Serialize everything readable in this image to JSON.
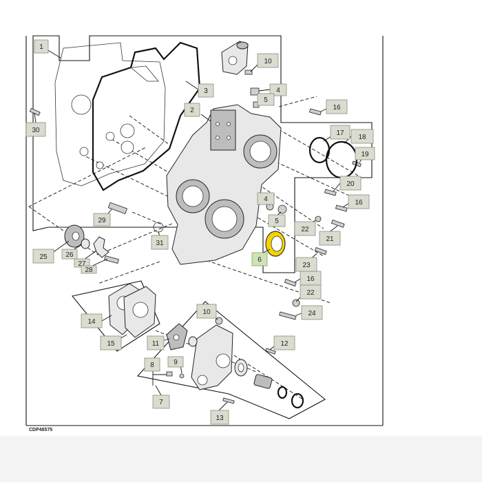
{
  "figure_code": "CDP48575",
  "highlight_color": "#f5d300",
  "callouts": [
    {
      "id": "c1",
      "label": "1"
    },
    {
      "id": "c2",
      "label": "2"
    },
    {
      "id": "c3",
      "label": "3"
    },
    {
      "id": "c4a",
      "label": "4"
    },
    {
      "id": "c4b",
      "label": "4"
    },
    {
      "id": "c5a",
      "label": "5"
    },
    {
      "id": "c5b",
      "label": "5"
    },
    {
      "id": "c6",
      "label": "6"
    },
    {
      "id": "c7",
      "label": "7"
    },
    {
      "id": "c8",
      "label": "8"
    },
    {
      "id": "c9",
      "label": "9"
    },
    {
      "id": "c10a",
      "label": "10"
    },
    {
      "id": "c10b",
      "label": "10"
    },
    {
      "id": "c11",
      "label": "11"
    },
    {
      "id": "c12",
      "label": "12"
    },
    {
      "id": "c13",
      "label": "13"
    },
    {
      "id": "c14",
      "label": "14"
    },
    {
      "id": "c15",
      "label": "15"
    },
    {
      "id": "c16a",
      "label": "16"
    },
    {
      "id": "c16b",
      "label": "16"
    },
    {
      "id": "c16c",
      "label": "16"
    },
    {
      "id": "c17",
      "label": "17"
    },
    {
      "id": "c18",
      "label": "18"
    },
    {
      "id": "c19",
      "label": "19"
    },
    {
      "id": "c20",
      "label": "20"
    },
    {
      "id": "c21",
      "label": "21"
    },
    {
      "id": "c22a",
      "label": "22"
    },
    {
      "id": "c22b",
      "label": "22"
    },
    {
      "id": "c23",
      "label": "23"
    },
    {
      "id": "c24",
      "label": "24"
    },
    {
      "id": "c25",
      "label": "25"
    },
    {
      "id": "c26",
      "label": "26"
    },
    {
      "id": "c27",
      "label": "27"
    },
    {
      "id": "c28",
      "label": "28"
    },
    {
      "id": "c29",
      "label": "29"
    },
    {
      "id": "c30",
      "label": "30"
    },
    {
      "id": "c31",
      "label": "31"
    }
  ]
}
